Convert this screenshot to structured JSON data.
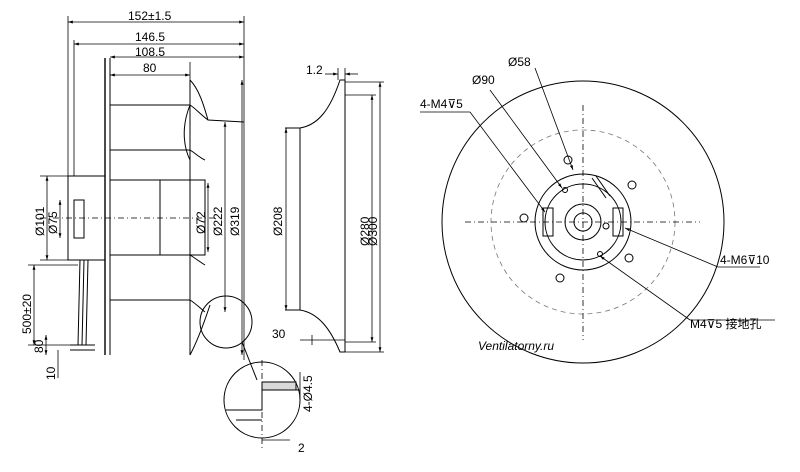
{
  "side_view": {
    "dims_top": [
      "152±1.5",
      "146.5",
      "108.5",
      "80"
    ],
    "dims_left": [
      "Ø101",
      "Ø75"
    ],
    "dims_inner": [
      "Ø72",
      "Ø222",
      "Ø319"
    ],
    "cable": [
      "500±20",
      "80",
      "10"
    ]
  },
  "section_view": {
    "top": "1.2",
    "diameters": [
      "Ø208",
      "Ø280",
      "Ø300"
    ],
    "bottom": "30"
  },
  "detail_view": {
    "hole": "4-Ø4.5",
    "offset": "2"
  },
  "front_view": {
    "labels": [
      "Ø58",
      "Ø90",
      "4-M4⊽5",
      "4-M6⊽10",
      "M4⊽5  接地孔"
    ]
  },
  "watermark": "Ventilatorny.ru"
}
